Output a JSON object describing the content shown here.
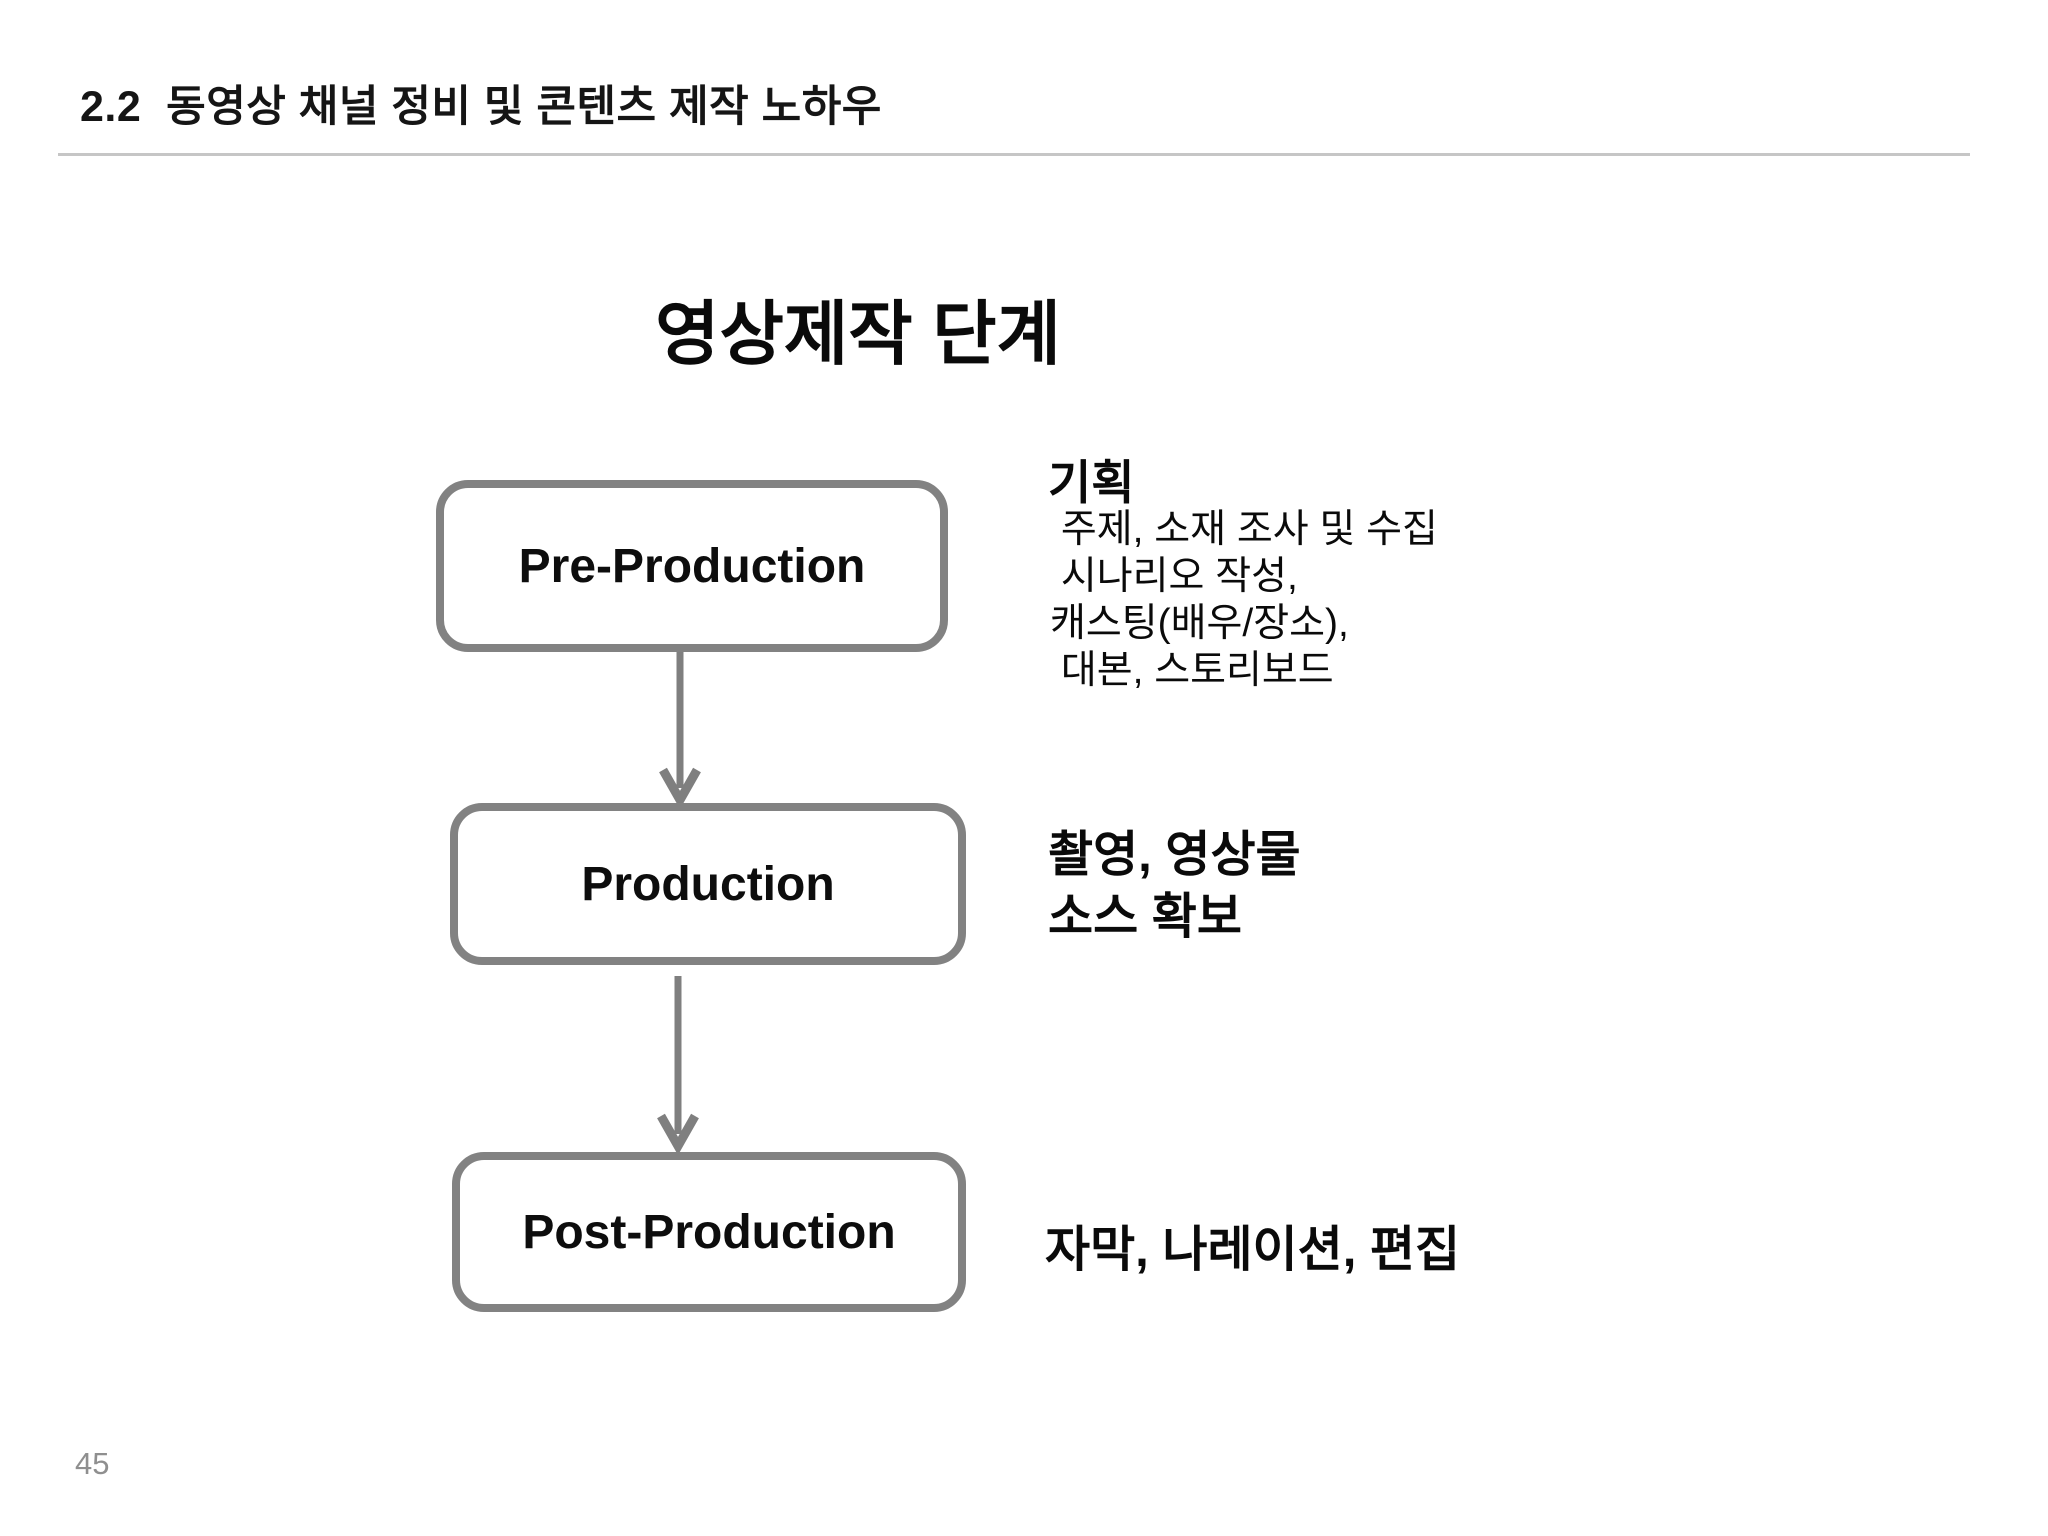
{
  "slide": {
    "header": "2.2  동영상 채널 정비 및 콘텐츠 제작 노하우",
    "page_number": "45"
  },
  "diagram": {
    "title": "영상제작 단계",
    "stages": [
      {
        "label": "Pre-Production",
        "annotation_title": "기획",
        "annotation_detail": " 주제, 소재 조사 및 수집\n 시나리오 작성,\n캐스팅(배우/장소),\n 대본, 스토리보드"
      },
      {
        "label": "Production",
        "annotation": "촬영, 영상물\n소스 확보"
      },
      {
        "label": "Post-Production",
        "annotation": "자막, 나레이션, 편집"
      }
    ],
    "colors": {
      "box_border": "#828282",
      "arrow": "#7f7f7f",
      "header_rule": "#c6c6c6",
      "text": "#0a0a0a",
      "page_number": "#8f8f8f"
    }
  }
}
